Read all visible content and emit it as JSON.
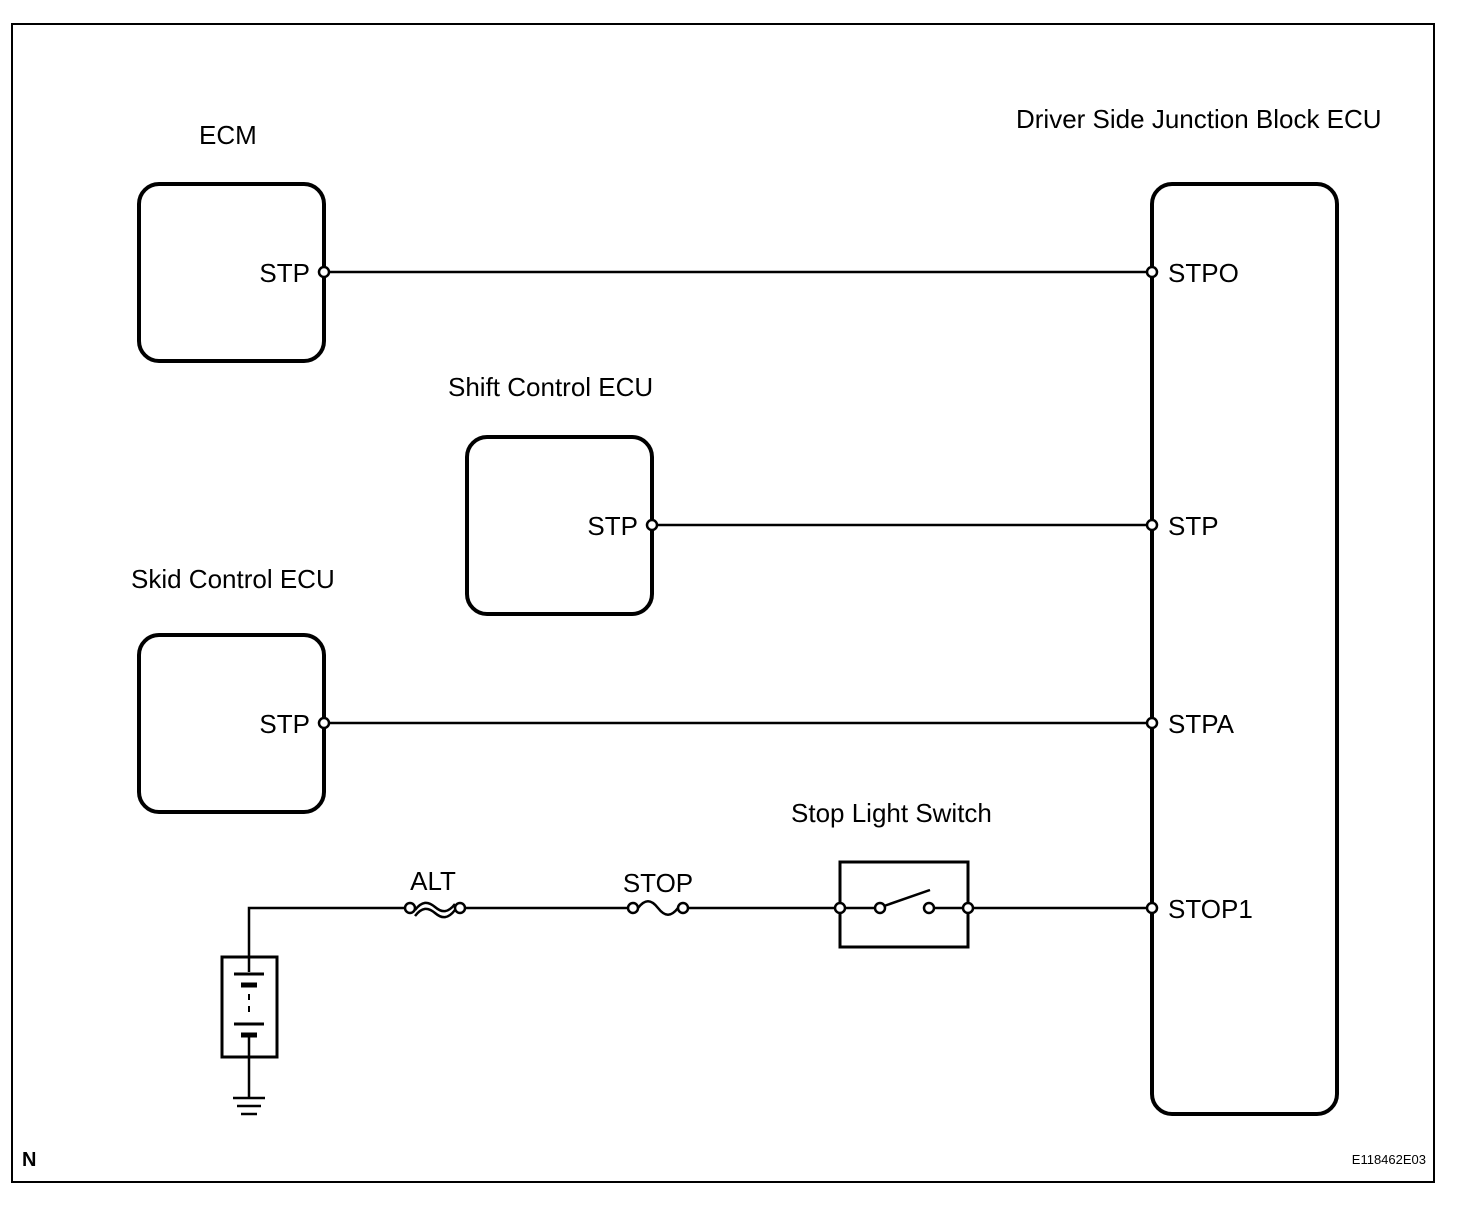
{
  "ecm": {
    "title": "ECM",
    "pin": "STP"
  },
  "shift_ecu": {
    "title": "Shift Control ECU",
    "pin": "STP"
  },
  "skid_ecu": {
    "title": "Skid Control ECU",
    "pin": "STP"
  },
  "jb_ecu": {
    "title": "Driver Side Junction Block ECU",
    "pins": [
      "STPO",
      "STP",
      "STPA",
      "STOP1"
    ]
  },
  "fuses": {
    "alt": "ALT",
    "stop": "STOP"
  },
  "stop_switch": {
    "title": "Stop Light Switch"
  },
  "corner_mark": "N",
  "figure_code": "E118462E03",
  "icons": [
    "battery-icon",
    "ground-icon",
    "fusible-link-icon",
    "fuse-icon",
    "switch-icon"
  ]
}
